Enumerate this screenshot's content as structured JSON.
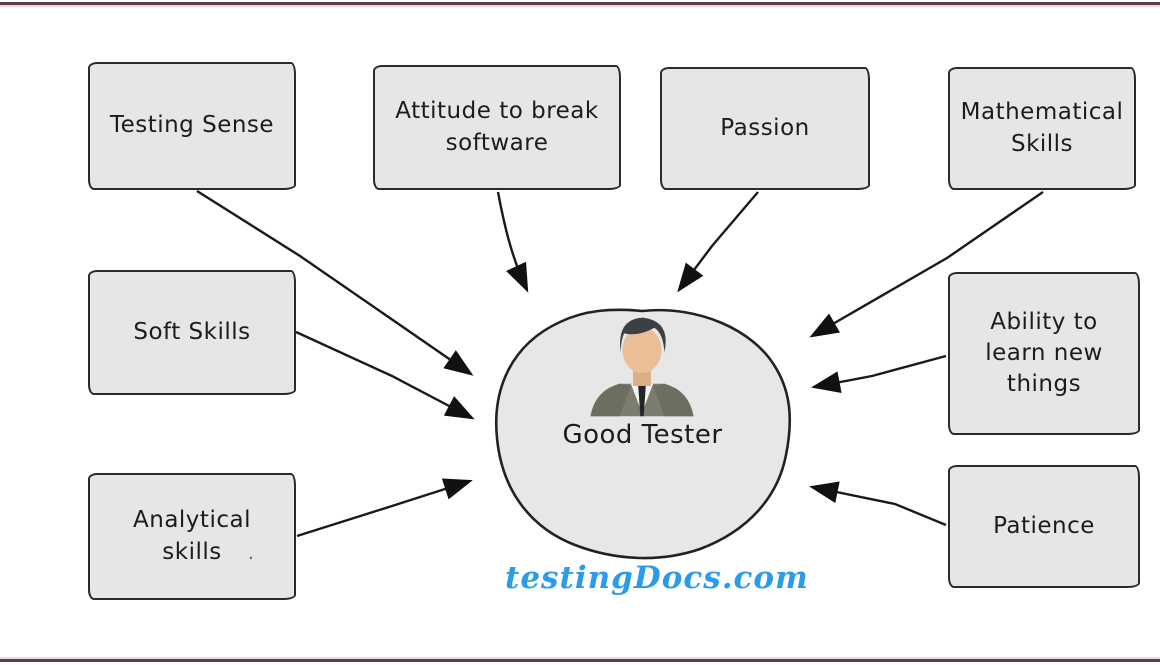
{
  "page": {
    "frame_color": "#5b4046",
    "frame_fringe_color": "#d98a96",
    "background": "#ffffff"
  },
  "diagram": {
    "center": {
      "label": "Good Tester",
      "circle_fill": "#e7e7e7",
      "circle_border": "#222222",
      "person_icon": "business-person-avatar"
    },
    "watermark": {
      "text": "testingDocs.com",
      "color": "#2d9ce8"
    },
    "box_style": {
      "fill": "#e6e6e6",
      "border": "#2b2b2b",
      "text_color": "#1c1c1c"
    },
    "arrow_color": "#1a1a1a",
    "skills": [
      {
        "id": "testing-sense",
        "label": "Testing Sense"
      },
      {
        "id": "attitude-to-break-software",
        "label": "Attitude to break software"
      },
      {
        "id": "passion",
        "label": "Passion"
      },
      {
        "id": "mathematical-skills",
        "label": "Mathematical Skills"
      },
      {
        "id": "soft-skills",
        "label": "Soft Skills"
      },
      {
        "id": "ability-to-learn-new-things",
        "label": "Ability to learn new things"
      },
      {
        "id": "analytical-skills",
        "label": "Analytical skills"
      },
      {
        "id": "patience",
        "label": "Patience"
      }
    ],
    "stray_mark": "."
  }
}
